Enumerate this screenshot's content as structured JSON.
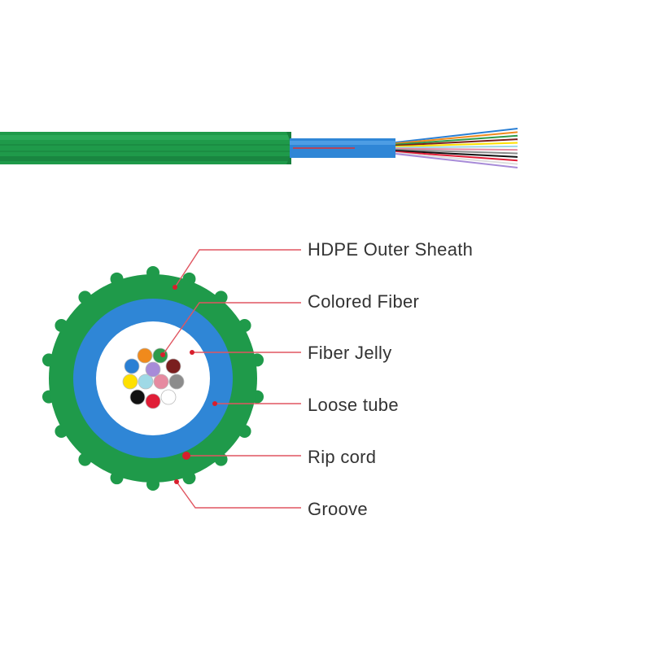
{
  "labels": {
    "outer_sheath": "HDPE Outer Sheath",
    "colored_fiber": "Colored Fiber",
    "fiber_jelly": "Fiber Jelly",
    "loose_tube": "Loose tube",
    "rip_cord": "Rip cord",
    "groove": "Groove"
  },
  "colors": {
    "sheath": "#1f9a4a",
    "sheath_light": "#2fae5a",
    "tube": "#2f86d6",
    "jelly": "#ffffff",
    "leader_line": "#e05560",
    "dot": "#d81e2c"
  },
  "fiber_colors": [
    "#2a7fd4",
    "#f08a1c",
    "#2e9a4a",
    "#7a1f1f",
    "#ffe000",
    "#9fd9e6",
    "#e68aa0",
    "#8c8c8c",
    "#111111",
    "#e01e37",
    "#ffffff",
    "#a78bd8"
  ]
}
